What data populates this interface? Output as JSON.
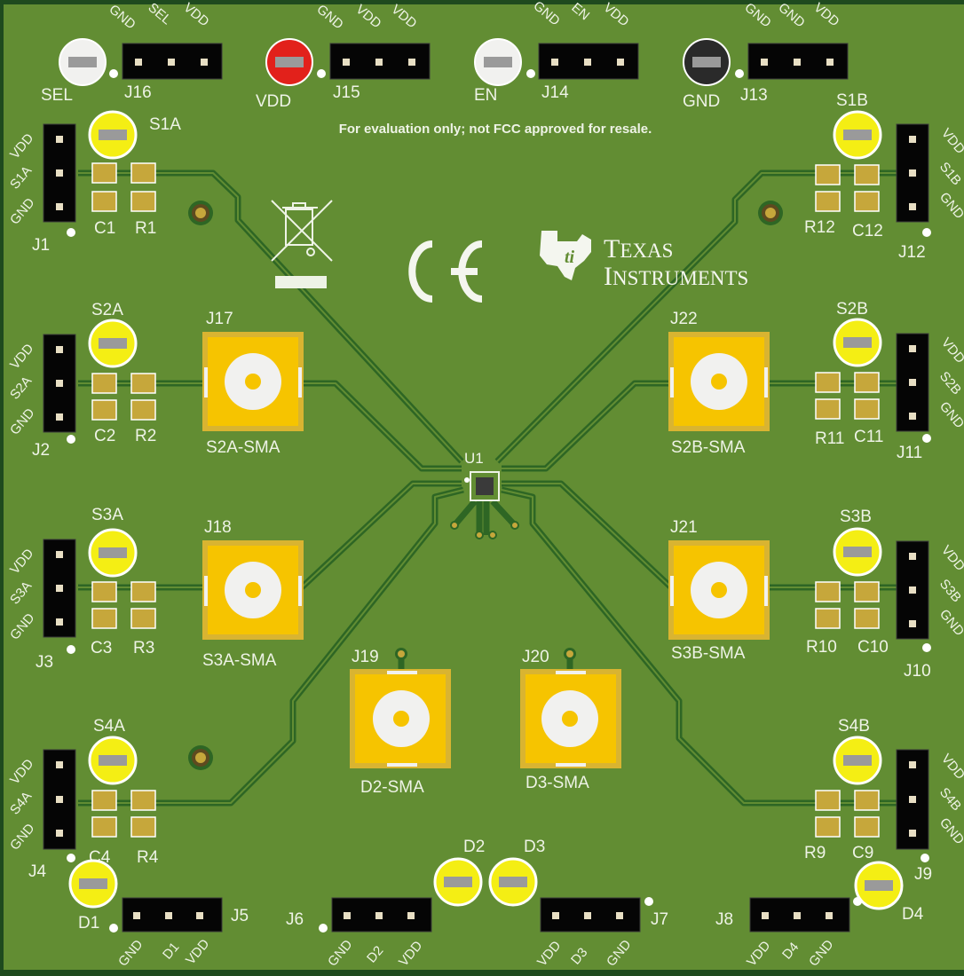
{
  "board": {
    "colors": {
      "soldermask": "#628d33",
      "edge": "#1e4a1e",
      "trace": "#2e6624",
      "pad_gold": "#c6a73b",
      "sma_gold": "#f6c400",
      "sma_gold_edge": "#d9b431",
      "header_black": "#050505",
      "pin": "#e8dfc4",
      "silk": "#eef3e6",
      "tp_yellow": "#f4ee14",
      "tp_red": "#e2211b",
      "tp_white": "#f1f1ef",
      "tp_black": "#2a2a2a"
    },
    "notice": "For evaluation only; not FCC approved for resale.",
    "logos": {
      "ti_line1": "Texas",
      "ti_line2": "Instruments",
      "ce_mark": "CE",
      "weee_icon": "weee-crossed-bin-icon"
    },
    "top_headers": [
      {
        "ref": "J16",
        "tp_label": "SEL",
        "tp_color": "white",
        "pins": [
          "GND",
          "SEL",
          "VDD"
        ]
      },
      {
        "ref": "J15",
        "tp_label": "VDD",
        "tp_color": "red",
        "pins": [
          "GND",
          "VDD",
          "VDD"
        ]
      },
      {
        "ref": "J14",
        "tp_label": "EN",
        "tp_color": "white",
        "pins": [
          "GND",
          "EN",
          "VDD"
        ]
      },
      {
        "ref": "J13",
        "tp_label": "GND",
        "tp_color": "black",
        "pins": [
          "GND",
          "GND",
          "VDD"
        ]
      }
    ],
    "left_channels": [
      {
        "header": "J1",
        "tp": "S1A",
        "cap": "C1",
        "res": "R1",
        "pins": [
          "VDD",
          "S1A",
          "GND"
        ]
      },
      {
        "header": "J2",
        "tp": "S2A",
        "cap": "C2",
        "res": "R2",
        "pins": [
          "VDD",
          "S2A",
          "GND"
        ]
      },
      {
        "header": "J3",
        "tp": "S3A",
        "cap": "C3",
        "res": "R3",
        "pins": [
          "VDD",
          "S3A",
          "GND"
        ]
      },
      {
        "header": "J4",
        "tp": "S4A",
        "cap": "C4",
        "res": "R4",
        "pins": [
          "VDD",
          "S4A",
          "GND"
        ]
      }
    ],
    "right_channels": [
      {
        "header": "J12",
        "tp": "S1B",
        "cap": "C12",
        "res": "R12",
        "pins": [
          "VDD",
          "S1B",
          "GND"
        ]
      },
      {
        "header": "J11",
        "tp": "S2B",
        "cap": "C11",
        "res": "R11",
        "pins": [
          "VDD",
          "S2B",
          "GND"
        ]
      },
      {
        "header": "J10",
        "tp": "S3B",
        "cap": "C10",
        "res": "R10",
        "pins": [
          "VDD",
          "S3B",
          "GND"
        ]
      },
      {
        "header": "J9",
        "tp": "S4B",
        "cap": "C9",
        "res": "R9",
        "pins": [
          "VDD",
          "S4B",
          "GND"
        ]
      }
    ],
    "sma": [
      {
        "ref": "J17",
        "label": "S2A-SMA"
      },
      {
        "ref": "J18",
        "label": "S3A-SMA"
      },
      {
        "ref": "J22",
        "label": "S2B-SMA"
      },
      {
        "ref": "J21",
        "label": "S3B-SMA"
      },
      {
        "ref": "J19",
        "label": "D2-SMA"
      },
      {
        "ref": "J20",
        "label": "D3-SMA"
      }
    ],
    "ic": {
      "ref": "U1"
    },
    "bottom_headers": [
      {
        "ref": "J5",
        "tp": "D1",
        "pins": [
          "GND",
          "D1",
          "VDD"
        ]
      },
      {
        "ref": "J6",
        "tp": "D2",
        "pins": [
          "GND",
          "D2",
          "VDD"
        ]
      },
      {
        "ref": "J7",
        "tp": "D3",
        "pins": [
          "VDD",
          "D3",
          "GND"
        ]
      },
      {
        "ref": "J8",
        "tp": "D4",
        "pins": [
          "VDD",
          "D4",
          "GND"
        ]
      }
    ]
  }
}
